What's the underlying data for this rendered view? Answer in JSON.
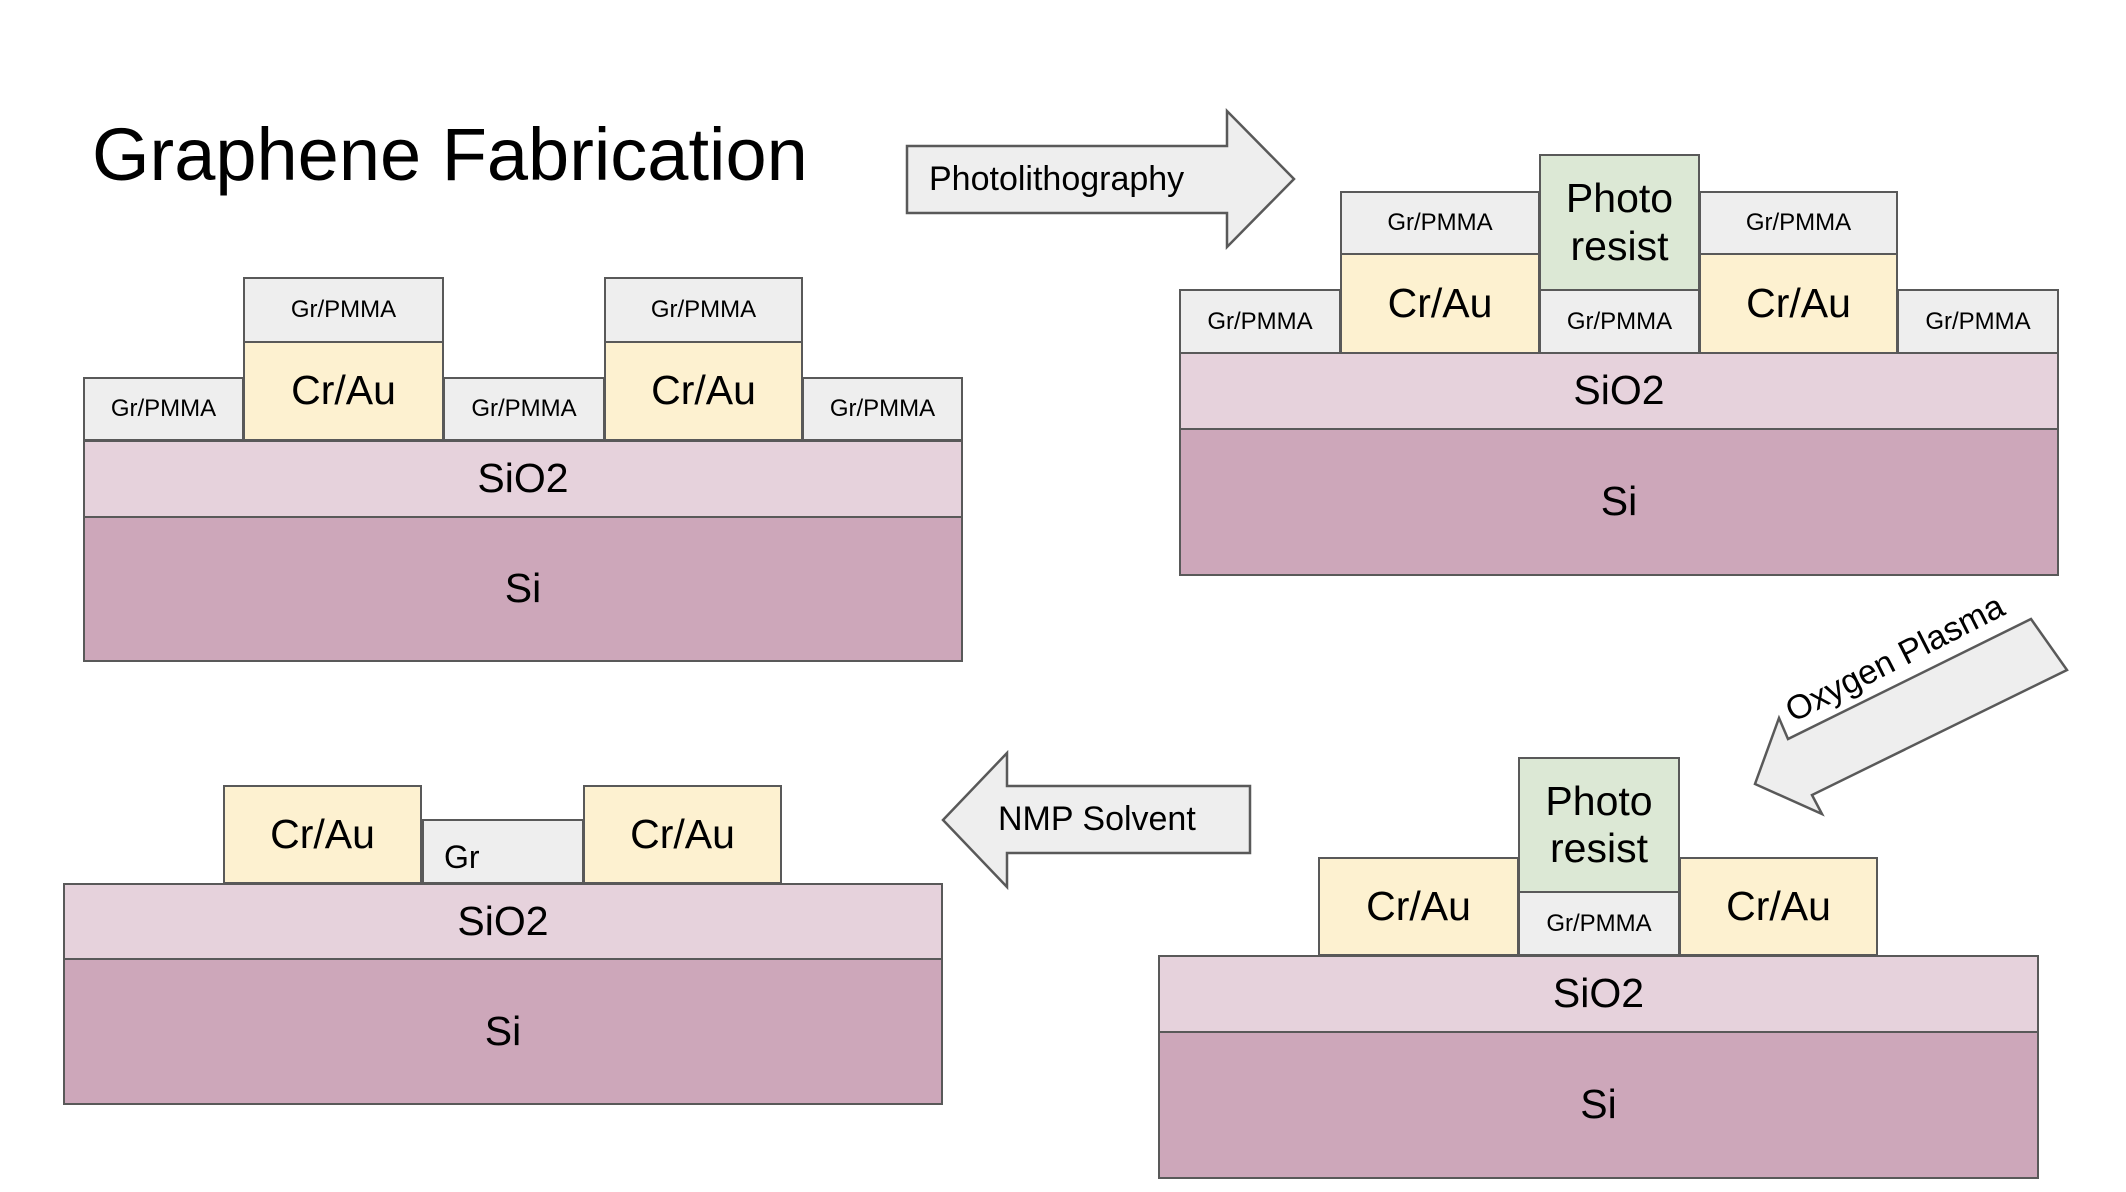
{
  "title": "Graphene Fabrication",
  "colors": {
    "si": "#cda7ba",
    "sio2": "#e6d2dc",
    "cr_au": "#fdf1d0",
    "gr_pmma": "#eeeeee",
    "photoresist": "#dce8d5",
    "arrow_fill": "#eeeeee",
    "outline": "#595959"
  },
  "steps": [
    {
      "id": "step1",
      "layers": {
        "si": "Si",
        "sio2": "SiO2",
        "blocks": [
          "Gr/PMMA",
          "Cr/Au",
          "Gr/PMMA",
          "Cr/Au",
          "Gr/PMMA",
          "Gr/PMMA",
          "Gr/PMMA"
        ]
      }
    },
    {
      "id": "step2",
      "layers": {
        "si": "Si",
        "sio2": "SiO2",
        "blocks": [
          "Gr/PMMA",
          "Cr/Au",
          "Gr/PMMA",
          "Cr/Au",
          "Gr/PMMA",
          "Gr/PMMA",
          "Gr/PMMA",
          "Photo resist"
        ]
      }
    },
    {
      "id": "step3",
      "layers": {
        "si": "Si",
        "sio2": "SiO2",
        "blocks": [
          "Cr/Au",
          "Gr/PMMA",
          "Cr/Au",
          "Photo resist"
        ]
      }
    },
    {
      "id": "step4",
      "layers": {
        "si": "Si",
        "sio2": "SiO2",
        "blocks": [
          "Cr/Au",
          "Gr",
          "Cr/Au"
        ]
      }
    }
  ],
  "arrows": {
    "photolithography": "Photolithography",
    "oxygen_plasma": "Oxygen Plasma",
    "nmp_solvent": "NMP Solvent"
  }
}
